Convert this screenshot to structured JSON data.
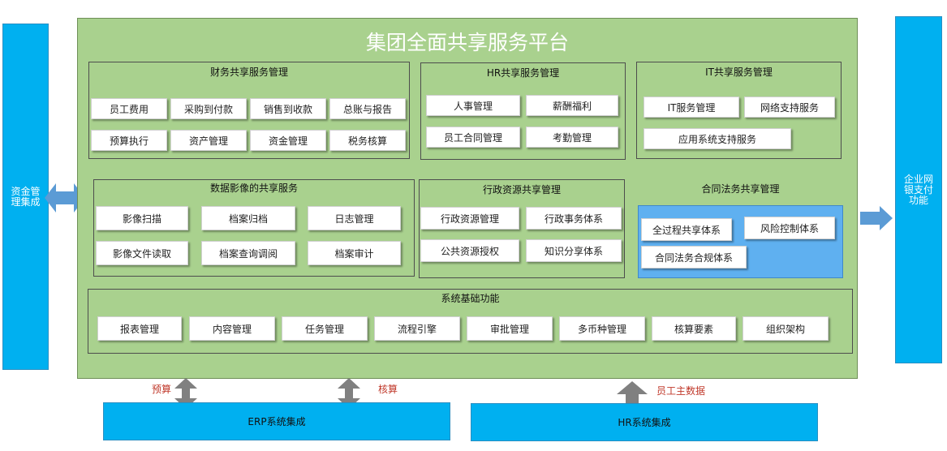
{
  "left_bar": {
    "label": "资金管理集成"
  },
  "right_bar": {
    "label": "企业网银支付功能"
  },
  "main": {
    "title": "集团全面共享服务平台",
    "finance": {
      "title": "财务共享服务管理",
      "items": [
        "员工费用",
        "采购到付款",
        "销售到收款",
        "总账与报告",
        "预算执行",
        "资产管理",
        "资金管理",
        "税务核算"
      ]
    },
    "hr": {
      "title": "HR共享服务管理",
      "items": [
        "人事管理",
        "薪酬福利",
        "员工合同管理",
        "考勤管理"
      ]
    },
    "it": {
      "title": "IT共享服务管理",
      "items": [
        "IT服务管理",
        "网络支持服务",
        "应用系统支持服务"
      ]
    },
    "imaging": {
      "title": "数据影像的共享服务",
      "items": [
        "影像扫描",
        "档案归档",
        "日志管理",
        "影像文件读取",
        "档案查询调阅",
        "档案审计"
      ]
    },
    "admin": {
      "title": "行政资源共享管理",
      "items": [
        "行政资源管理",
        "行政事务体系",
        "公共资源授权",
        "知识分享体系"
      ]
    },
    "legal": {
      "title": "合同法务共享管理",
      "items": [
        "全过程共享体系",
        "风险控制体系",
        "合同法务合规体系"
      ]
    },
    "base": {
      "title": "系统基础功能",
      "items": [
        "报表管理",
        "内容管理",
        "任务管理",
        "流程引擎",
        "审批管理",
        "多币种管理",
        "核算要素",
        "组织架构"
      ]
    }
  },
  "bottom": {
    "erp": "ERP系统集成",
    "hr": "HR系统集成",
    "label_budget": "预算",
    "label_accounting": "核算",
    "label_employee": "员工主数据"
  },
  "colors": {
    "bar_blue": "#00b0f0",
    "platform_green": "#a9d18e",
    "legal_blue": "#5fb0f0",
    "arrow_blue": "#5b9bd5",
    "arrow_gray": "#808080",
    "label_red": "#c0392b"
  }
}
